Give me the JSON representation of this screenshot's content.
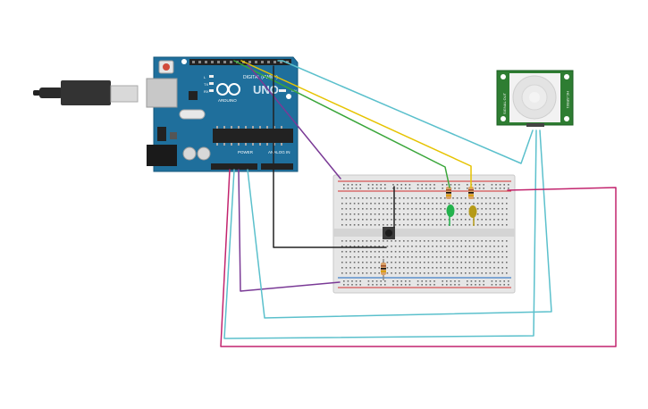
{
  "arduino": {
    "brand": "UNO",
    "brand_small": "ARDUINO",
    "header_digital": "DIGITAL (PWM~)",
    "header_power": "POWER",
    "header_analog": "ANALOG IN",
    "label_tx": "TX",
    "label_rx": "RX",
    "label_on": "ON",
    "label_l": "L",
    "board_color": "#1f6f9c"
  },
  "pir_sensor": {
    "label_left": "SIGNAL OUT",
    "label_right": "HC-SR501",
    "pcb_color": "#2e7d32"
  },
  "breadboard": {
    "rail_red": "#d32f2f",
    "rail_blue": "#1565c0"
  },
  "leds": [
    {
      "name": "green",
      "color": "#22b24c"
    },
    {
      "name": "yellow",
      "color": "#b59a17"
    }
  ],
  "wires": {
    "cyan": "#5bc0cc",
    "yellow": "#e6c300",
    "green": "#3aa63a",
    "purple": "#7a3a96",
    "magenta": "#c2246e",
    "black": "#222222"
  }
}
